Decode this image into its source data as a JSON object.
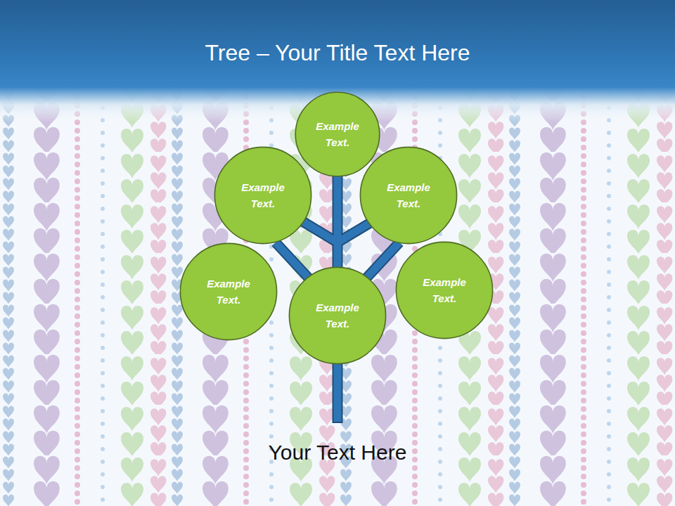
{
  "diagram": {
    "title": "Tree – Your Title Text Here",
    "caption": "Your Text Here",
    "nodes": [
      {
        "text": [
          "Example Text."
        ]
      },
      {
        "text": [
          "Example Text."
        ]
      },
      {
        "text": [
          "Example Text."
        ]
      },
      {
        "text": [
          "Example Text."
        ]
      },
      {
        "text": [
          "Example Text."
        ]
      },
      {
        "text": [
          "Example Text."
        ]
      }
    ]
  }
}
